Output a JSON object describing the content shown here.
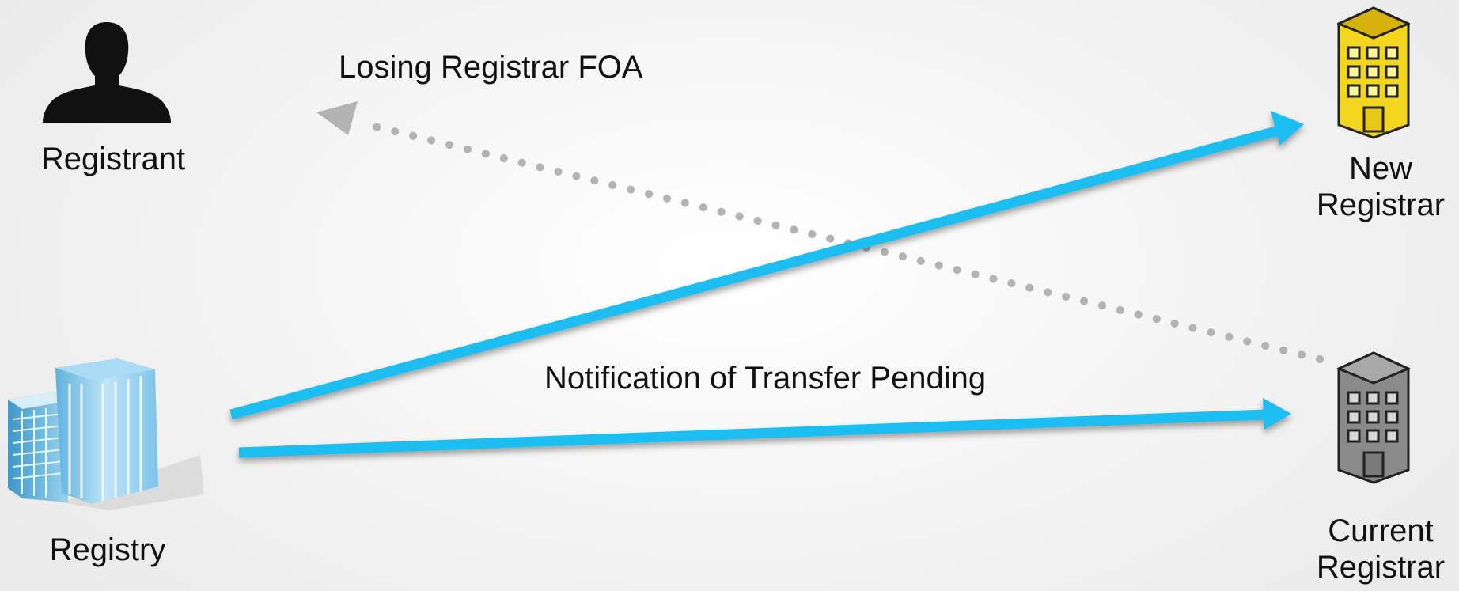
{
  "nodes": {
    "registrant": {
      "label": "Registrant",
      "icon": "person-silhouette-icon"
    },
    "registry": {
      "label": "Registry",
      "icon": "office-towers-icon"
    },
    "new_registrar": {
      "label_line1": "New",
      "label_line2": "Registrar",
      "icon": "yellow-building-icon"
    },
    "current_registrar": {
      "label_line1": "Current",
      "label_line2": "Registrar",
      "icon": "gray-building-icon"
    }
  },
  "messages": {
    "losing_foa": "Losing Registrar FOA",
    "notification": "Notification of Transfer Pending"
  },
  "colors": {
    "solid_arrow": "#1fbdf0",
    "dotted_arrow": "#b3b3b3",
    "new_registrar_fill": "#f3d51f",
    "current_registrar_fill": "#8a8a8a"
  }
}
